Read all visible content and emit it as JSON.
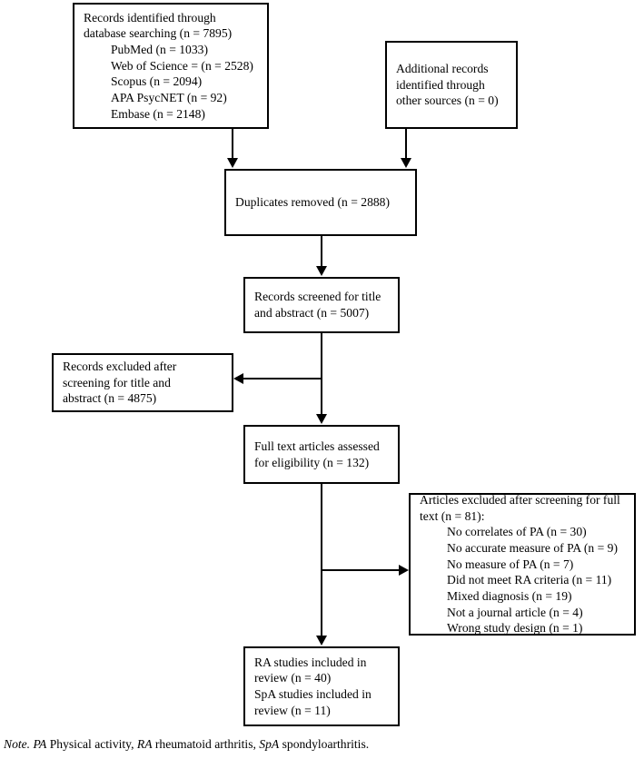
{
  "diagram": {
    "type": "prisma-flow-diagram",
    "boxes": {
      "database_search": {
        "lines": [
          "Records identified through",
          "database searching (n = 7895)",
          "PubMed (n = 1033)",
          "Web of Science = (n = 2528)",
          "Scopus (n = 2094)",
          "APA PsycNET (n = 92)",
          "Embase (n = 2148)"
        ],
        "indented_from": 2
      },
      "additional_records": {
        "lines": [
          "Additional records",
          "identified through",
          "other sources (n = 0)"
        ]
      },
      "duplicates_removed": {
        "lines": [
          "Duplicates removed (n = 2888)"
        ]
      },
      "records_screened": {
        "lines": [
          "Records screened for title",
          "and abstract (n = 5007)"
        ]
      },
      "records_excluded": {
        "lines": [
          "Records excluded after",
          "screening for title and",
          "abstract (n = 4875)"
        ]
      },
      "full_text_assessed": {
        "lines": [
          "Full text articles assessed",
          "for eligibility (n = 132)"
        ]
      },
      "articles_excluded": {
        "lines": [
          "Articles excluded after screening for full",
          "text (n = 81):",
          "No correlates of PA (n = 30)",
          "No accurate measure of PA (n = 9)",
          "No measure of PA (n = 7)",
          "Did not meet RA criteria (n = 11)",
          "Mixed diagnosis (n = 19)",
          "Not a journal article (n = 4)",
          "Wrong study design (n = 1)"
        ],
        "indented_from": 2
      },
      "studies_included": {
        "lines": [
          "RA studies included in",
          "review (n = 40)",
          "SpA studies included in",
          "review (n = 11)"
        ]
      }
    },
    "note": {
      "label": "Note.",
      "abbr_pa": "PA",
      "pa_text": " Physical activity, ",
      "abbr_ra": "RA",
      "ra_text": " rheumatoid arthritis, ",
      "abbr_spa": "SpA",
      "spa_text": " spondyloarthritis."
    },
    "colors": {
      "line": "#000000",
      "background": "#ffffff",
      "text": "#000000"
    }
  }
}
